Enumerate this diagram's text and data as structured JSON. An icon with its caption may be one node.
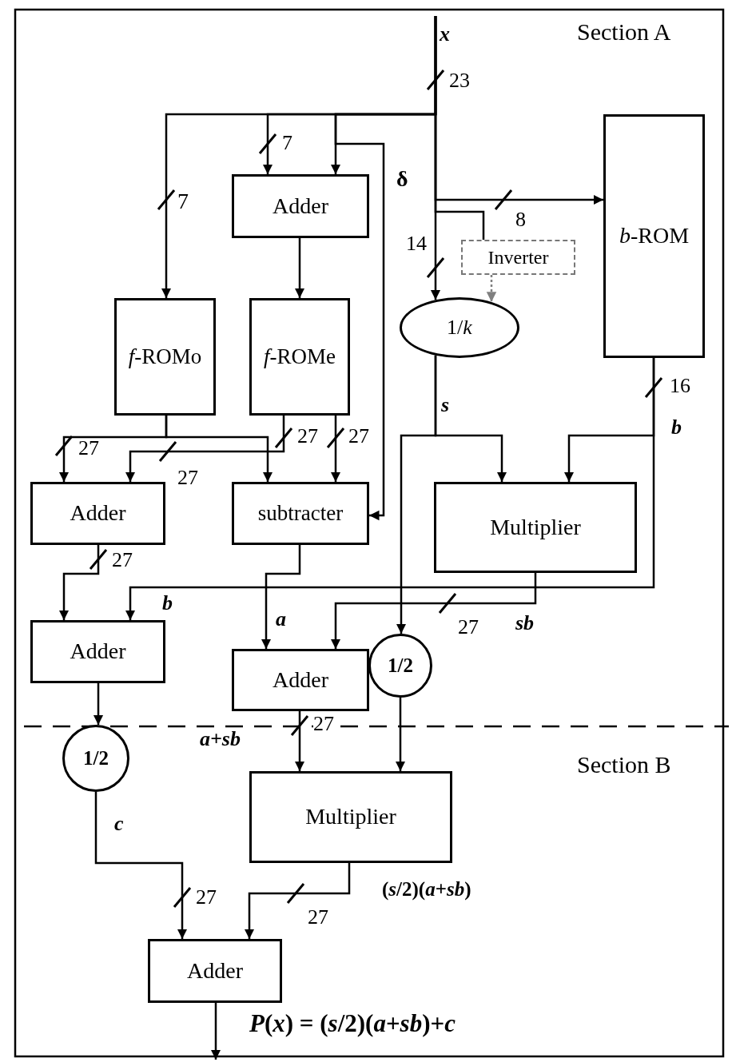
{
  "diagram": {
    "nodes": [
      {
        "text": [
          "Adder"
        ]
      },
      {
        "text": [
          "Inverter"
        ]
      },
      {
        "text": [
          "*b*-ROM"
        ]
      },
      {
        "text": [
          "1/*k*"
        ]
      },
      {
        "text": [
          "*f*-ROMo"
        ]
      },
      {
        "text": [
          "*f*-ROMe"
        ]
      },
      {
        "text": [
          "Adder"
        ]
      },
      {
        "text": [
          "subtracter"
        ]
      },
      {
        "text": [
          "Multiplier"
        ]
      },
      {
        "text": [
          "Adder"
        ]
      },
      {
        "text": [
          "Adder"
        ]
      },
      {
        "text": [
          "1/2"
        ]
      },
      {
        "text": [
          "1/2"
        ]
      },
      {
        "text": [
          "Multiplier"
        ]
      },
      {
        "text": [
          "Adder"
        ]
      }
    ],
    "edges": [
      {
        "from": null,
        "to": 0,
        "arrow": "to"
      },
      {
        "from": null,
        "to": 0,
        "arrow": "to"
      },
      {
        "from": null,
        "to": 4,
        "arrow": "to"
      },
      {
        "from": null,
        "to": 7,
        "arrow": "to",
        "label": "δ"
      },
      {
        "from": null,
        "to": 2,
        "arrow": "to"
      },
      {
        "from": null,
        "to": 1,
        "arrow": "none"
      },
      {
        "from": null,
        "to": 3,
        "arrow": "to"
      },
      {
        "from": 1,
        "to": 3,
        "arrow": "to",
        "style": "dashed",
        "color": "#808080"
      },
      {
        "from": 0,
        "to": 5,
        "arrow": "to"
      },
      {
        "from": 4,
        "to": 6,
        "arrow": "to"
      },
      {
        "from": 4,
        "to": 7,
        "arrow": "to"
      },
      {
        "from": 5,
        "to": 6,
        "arrow": "to"
      },
      {
        "from": 5,
        "to": 7,
        "arrow": "to"
      },
      {
        "from": 3,
        "to": 8,
        "arrow": "to",
        "label": "s"
      },
      {
        "from": 3,
        "to": 11,
        "arrow": "to"
      },
      {
        "from": 2,
        "to": 8,
        "arrow": "to",
        "label": "b"
      },
      {
        "from": 2,
        "to": 9,
        "arrow": "to",
        "label": "b"
      },
      {
        "from": 6,
        "to": 9,
        "arrow": "to"
      },
      {
        "from": 7,
        "to": 10,
        "arrow": "to",
        "label": "a"
      },
      {
        "from": 8,
        "to": 10,
        "arrow": "to",
        "label": "sb"
      },
      {
        "from": 9,
        "to": 12,
        "arrow": "to"
      },
      {
        "from": 10,
        "to": 13,
        "arrow": "to",
        "label": "a+sb"
      },
      {
        "from": 11,
        "to": 13,
        "arrow": "to"
      },
      {
        "from": 12,
        "to": 14,
        "arrow": "to",
        "label": "c"
      },
      {
        "from": 13,
        "to": 14,
        "arrow": "to",
        "label": "(*s*/2)(*a*+*sb*)"
      },
      {
        "from": 14,
        "to": null,
        "arrow": "to",
        "label": "*P*(*x*) = (*s*/2)(*a*+*sb*)+*c*"
      }
    ],
    "labels": [
      "Section A",
      "x",
      "23",
      "7",
      "7",
      "8",
      "14",
      "16",
      "27",
      "27",
      "27",
      "27",
      "27",
      "27",
      "27",
      "27",
      "27",
      "Section B"
    ]
  }
}
